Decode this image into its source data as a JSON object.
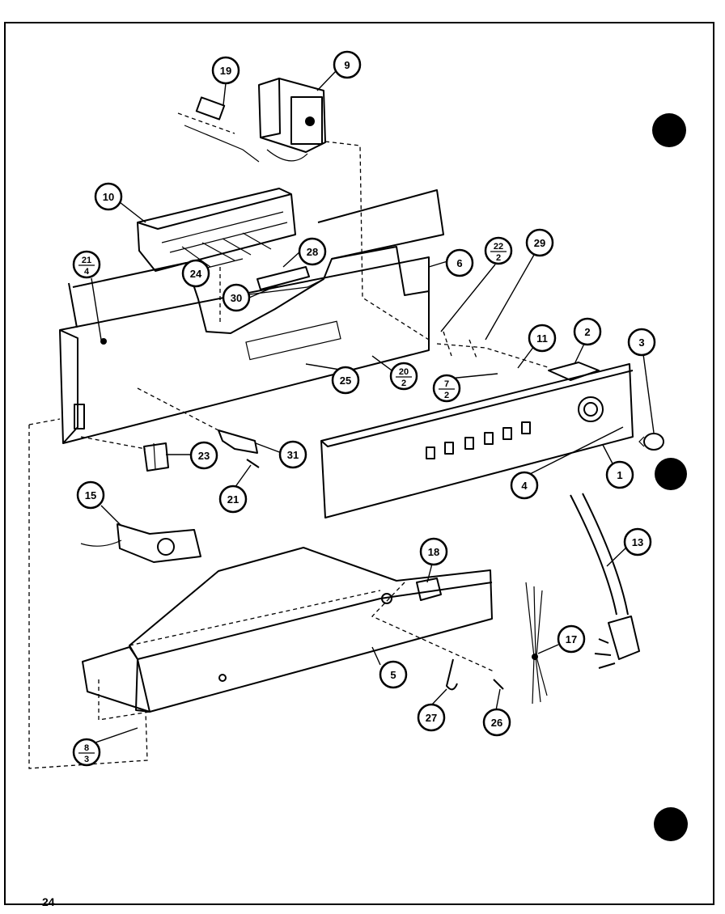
{
  "page_number": "24",
  "callouts": [
    {
      "id": "c19",
      "label": "19"
    },
    {
      "id": "c9",
      "label": "9"
    },
    {
      "id": "c10",
      "label": "10"
    },
    {
      "id": "c24",
      "label": "24"
    },
    {
      "id": "c28",
      "label": "28"
    },
    {
      "id": "c30",
      "label": "30"
    },
    {
      "id": "c6",
      "label": "6"
    },
    {
      "id": "c22",
      "label": "22",
      "sub": "2"
    },
    {
      "id": "c29",
      "label": "29"
    },
    {
      "id": "c21a",
      "label": "21",
      "sub": "4"
    },
    {
      "id": "c11",
      "label": "11"
    },
    {
      "id": "c2",
      "label": "2"
    },
    {
      "id": "c3",
      "label": "3"
    },
    {
      "id": "c25",
      "label": "25"
    },
    {
      "id": "c20",
      "label": "20",
      "sub": "2"
    },
    {
      "id": "c7",
      "label": "7",
      "sub": "2"
    },
    {
      "id": "c23",
      "label": "23"
    },
    {
      "id": "c31",
      "label": "31"
    },
    {
      "id": "c21b",
      "label": "21"
    },
    {
      "id": "c4",
      "label": "4"
    },
    {
      "id": "c1",
      "label": "1"
    },
    {
      "id": "c15",
      "label": "15"
    },
    {
      "id": "c13",
      "label": "13"
    },
    {
      "id": "c18",
      "label": "18"
    },
    {
      "id": "c17",
      "label": "17"
    },
    {
      "id": "c5",
      "label": "5"
    },
    {
      "id": "c27",
      "label": "27"
    },
    {
      "id": "c26",
      "label": "26"
    },
    {
      "id": "c8",
      "label": "8",
      "sub": "3"
    }
  ]
}
